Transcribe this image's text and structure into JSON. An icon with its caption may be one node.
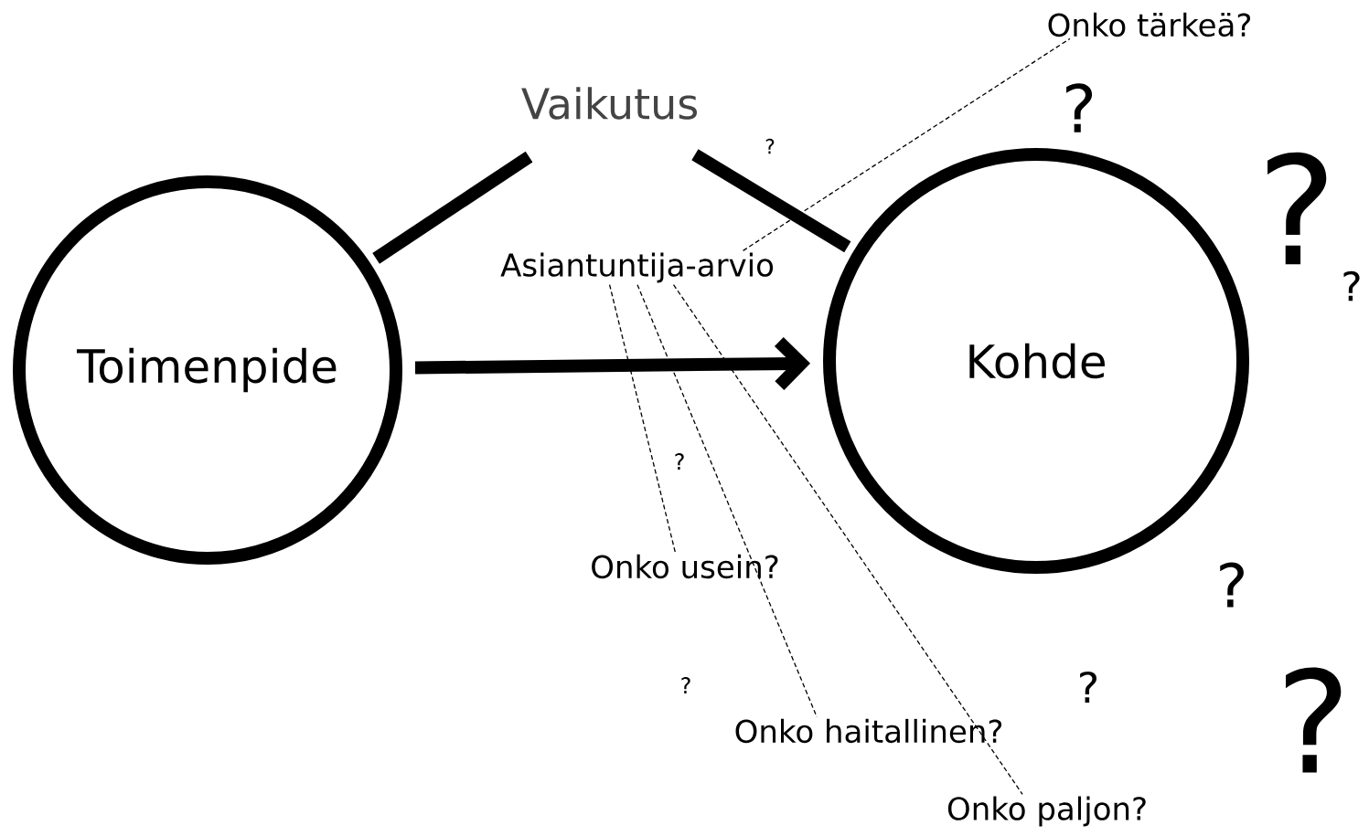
{
  "diagram": {
    "nodes": [
      {
        "text": [
          "Toimenpide"
        ]
      },
      {
        "text": [
          "Kohde"
        ]
      },
      {
        "text": [
          "Vaikutus"
        ]
      },
      {
        "text": [
          "Asiantuntija-arvio"
        ]
      },
      {
        "text": [
          "Onko tärkeä?"
        ]
      },
      {
        "text": [
          "Onko usein?"
        ]
      },
      {
        "text": [
          "Onko haitallinen?"
        ]
      },
      {
        "text": [
          "Onko paljon?"
        ]
      }
    ],
    "edges": [
      {
        "from": 2,
        "to": 0,
        "arrow": "none",
        "style": "thick"
      },
      {
        "from": 2,
        "to": 1,
        "arrow": "none",
        "style": "thick"
      },
      {
        "from": 0,
        "to": 1,
        "arrow": "to",
        "style": "thick"
      },
      {
        "from": 3,
        "to": 4,
        "arrow": "none",
        "style": "dashed"
      },
      {
        "from": 3,
        "to": 5,
        "arrow": "none",
        "style": "dashed"
      },
      {
        "from": 3,
        "to": 6,
        "arrow": "none",
        "style": "dashed"
      },
      {
        "from": 3,
        "to": 7,
        "arrow": "none",
        "style": "dashed"
      }
    ],
    "labels": [
      "?",
      "?",
      "?",
      "?",
      "?",
      "?",
      "?",
      "?",
      "?"
    ]
  }
}
